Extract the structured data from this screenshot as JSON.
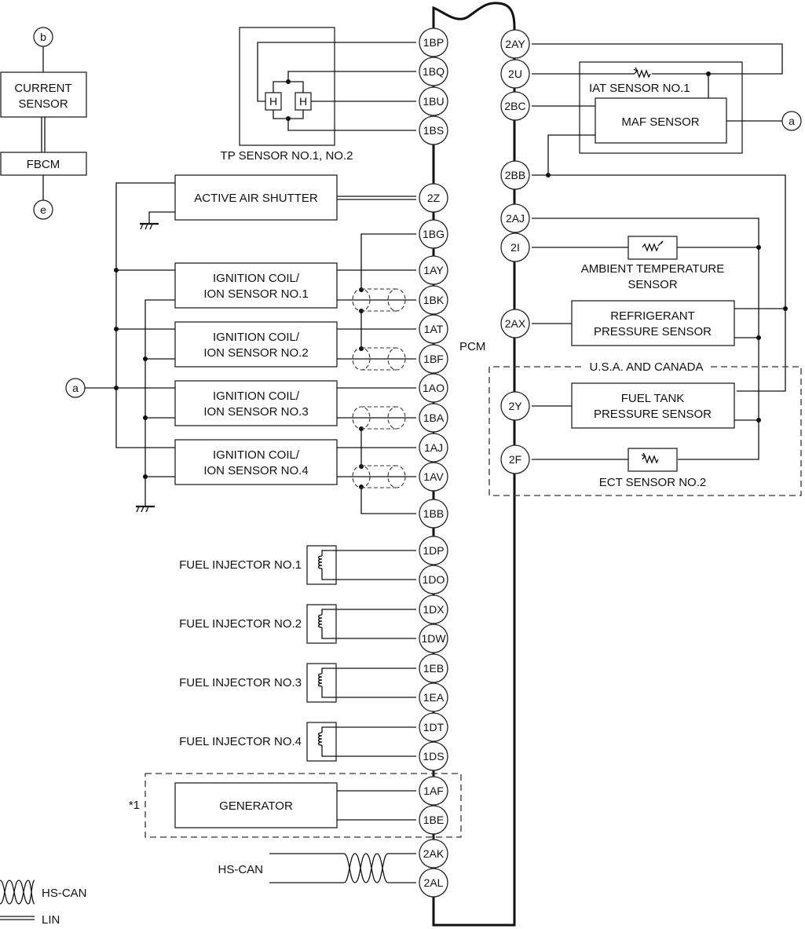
{
  "pcm": {
    "label": "PCM"
  },
  "left_components": {
    "current_sensor": [
      "CURRENT",
      "SENSOR"
    ],
    "fbcm": "FBCM",
    "connector_b": "b",
    "connector_e": "e",
    "connector_a": "a",
    "tp_sensor": "TP SENSOR NO.1, NO.2",
    "tp_element": "H",
    "active_air_shutter": "ACTIVE AIR SHUTTER",
    "ignition_coils": [
      [
        "IGNITION COIL/",
        "ION SENSOR NO.1"
      ],
      [
        "IGNITION COIL/",
        "ION SENSOR NO.2"
      ],
      [
        "IGNITION COIL/",
        "ION SENSOR NO.3"
      ],
      [
        "IGNITION COIL/",
        "ION SENSOR NO.4"
      ]
    ],
    "fuel_injectors": [
      "FUEL INJECTOR NO.1",
      "FUEL INJECTOR NO.2",
      "FUEL INJECTOR NO.3",
      "FUEL INJECTOR NO.4"
    ],
    "generator": "GENERATOR",
    "generator_note": "*1",
    "hs_can": "HS-CAN"
  },
  "right_components": {
    "iat_sensor": "IAT SENSOR NO.1",
    "maf_sensor": "MAF SENSOR",
    "connector_a": "a",
    "ambient_temp_sensor": [
      "AMBIENT TEMPERATURE",
      "SENSOR"
    ],
    "refrigerant_sensor": [
      "REFRIGERANT",
      "PRESSURE SENSOR"
    ],
    "region_label": "U.S.A. AND CANADA",
    "fuel_tank_sensor": [
      "FUEL TANK",
      "PRESSURE SENSOR"
    ],
    "ect_sensor": "ECT SENSOR NO.2"
  },
  "left_pins": [
    "1BP",
    "1BQ",
    "1BU",
    "1BS",
    "2Z",
    "1BG",
    "1AY",
    "1BK",
    "1AT",
    "1BF",
    "1AO",
    "1BA",
    "1AJ",
    "1AV",
    "1BB",
    "1DP",
    "1DO",
    "1DX",
    "1DW",
    "1EB",
    "1EA",
    "1DT",
    "1DS",
    "1AF",
    "1BE",
    "2AK",
    "2AL"
  ],
  "right_pins": [
    "2AY",
    "2U",
    "2BC",
    "2BB",
    "2AJ",
    "2I",
    "2AX",
    "2Y",
    "2F"
  ],
  "legend": {
    "hs_can": "HS-CAN",
    "lin": "LIN"
  }
}
